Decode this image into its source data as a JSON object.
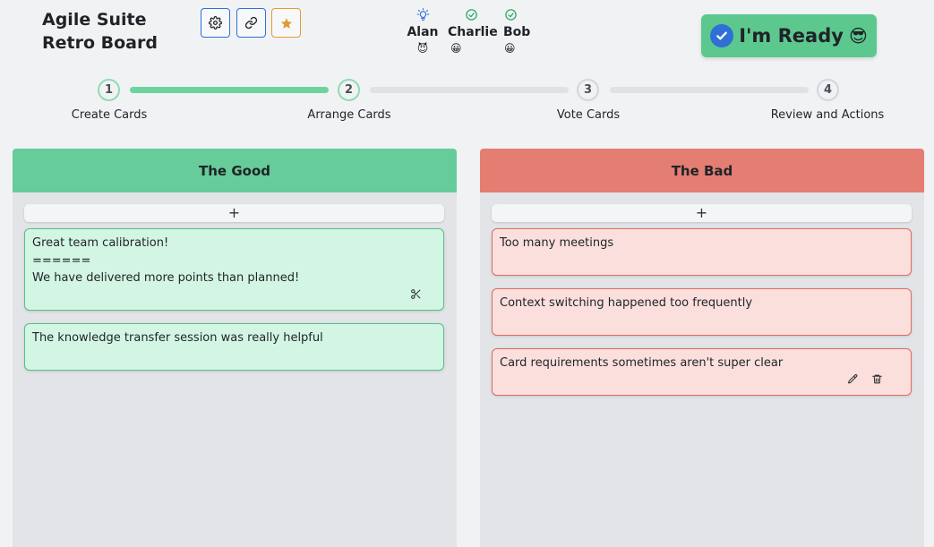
{
  "board": {
    "title": "Agile Suite Retro Board"
  },
  "toolbar": [
    {
      "icon": "gear-icon"
    },
    {
      "icon": "link-icon"
    },
    {
      "icon": "star-icon"
    }
  ],
  "participants": [
    {
      "name": "Alan",
      "status_icon": "lightbulb-icon",
      "emoji": "😈"
    },
    {
      "name": "Charlie",
      "status_icon": "check-circle-icon",
      "emoji": "😀"
    },
    {
      "name": "Bob",
      "status_icon": "check-circle-icon",
      "emoji": "😀"
    }
  ],
  "ready_button": {
    "label": "I'm Ready",
    "emoji": "😎"
  },
  "stepper": {
    "current_step": 2,
    "steps": [
      {
        "number": "1",
        "label": "Create Cards"
      },
      {
        "number": "2",
        "label": "Arrange Cards"
      },
      {
        "number": "3",
        "label": "Vote Cards"
      },
      {
        "number": "4",
        "label": "Review and Actions"
      }
    ]
  },
  "columns": [
    {
      "title": "The Good",
      "color": "#66cc99",
      "add_label": "+",
      "cards": [
        {
          "lines": [
            "Great team calibration!",
            "======",
            "We have delivered more points than planned!"
          ],
          "actions": [
            "scissors-icon"
          ]
        },
        {
          "lines": [
            "The knowledge transfer session was really helpful"
          ],
          "actions": []
        }
      ]
    },
    {
      "title": "The Bad",
      "color": "#e47d72",
      "add_label": "+",
      "cards": [
        {
          "lines": [
            "Too many meetings"
          ],
          "actions": []
        },
        {
          "lines": [
            "Context switching happened too frequently"
          ],
          "actions": []
        },
        {
          "lines": [
            "Card requirements sometimes aren't super clear"
          ],
          "actions": [
            "pencil-icon",
            "trash-icon"
          ]
        }
      ]
    }
  ]
}
